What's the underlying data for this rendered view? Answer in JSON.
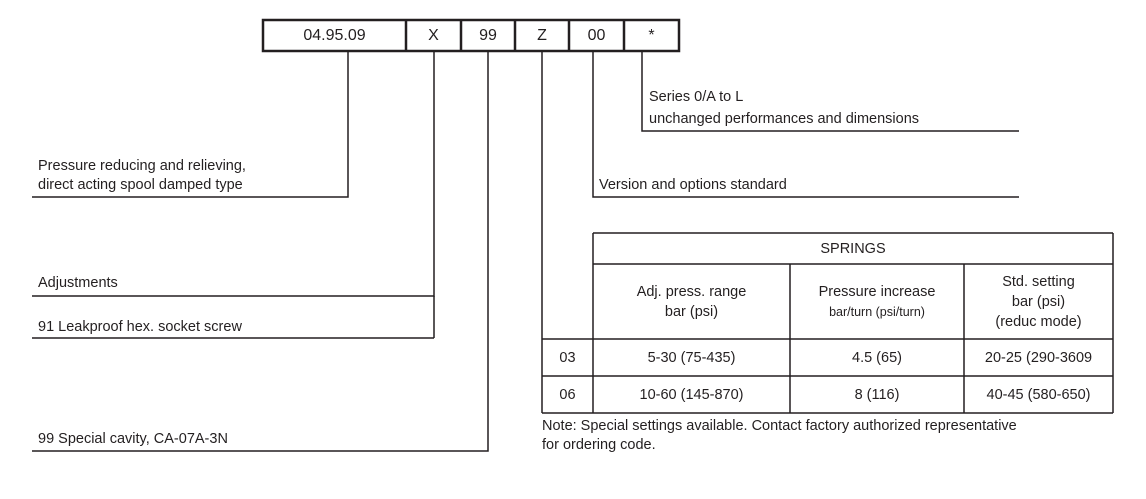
{
  "code": {
    "segments": [
      "04.95.09",
      "X",
      "99",
      "Z",
      "00",
      "*"
    ]
  },
  "labels": {
    "function_line1": "Pressure reducing and relieving,",
    "function_line2": "direct acting spool damped type",
    "adjustments_title": "Adjustments",
    "adjustments_option": "91  Leakproof hex. socket screw",
    "cavity": "99 Special cavity, CA-07A-3N",
    "series_line1": "Series 0/A to L",
    "series_line2": "unchanged performances and dimensions",
    "version": "Version and options standard"
  },
  "springs_table": {
    "title": "SPRINGS",
    "headers": {
      "range_line1": "Adj. press. range",
      "range_line2": "bar (psi)",
      "increase_line1": "Pressure increase",
      "increase_line2": "bar/turn (psi/turn)",
      "setting_line1": "Std. setting",
      "setting_line2": "bar (psi)",
      "setting_line3": "(reduc mode)"
    },
    "rows": [
      {
        "code": "03",
        "range": "5-30 (75-435)",
        "increase": "4.5 (65)",
        "setting": "20-25 (290-3609"
      },
      {
        "code": "06",
        "range": "10-60 (145-870)",
        "increase": "8 (116)",
        "setting": "40-45 (580-650)"
      }
    ]
  },
  "note": {
    "line1": "Note: Special settings available. Contact factory authorized representative",
    "line2": "for ordering code."
  }
}
